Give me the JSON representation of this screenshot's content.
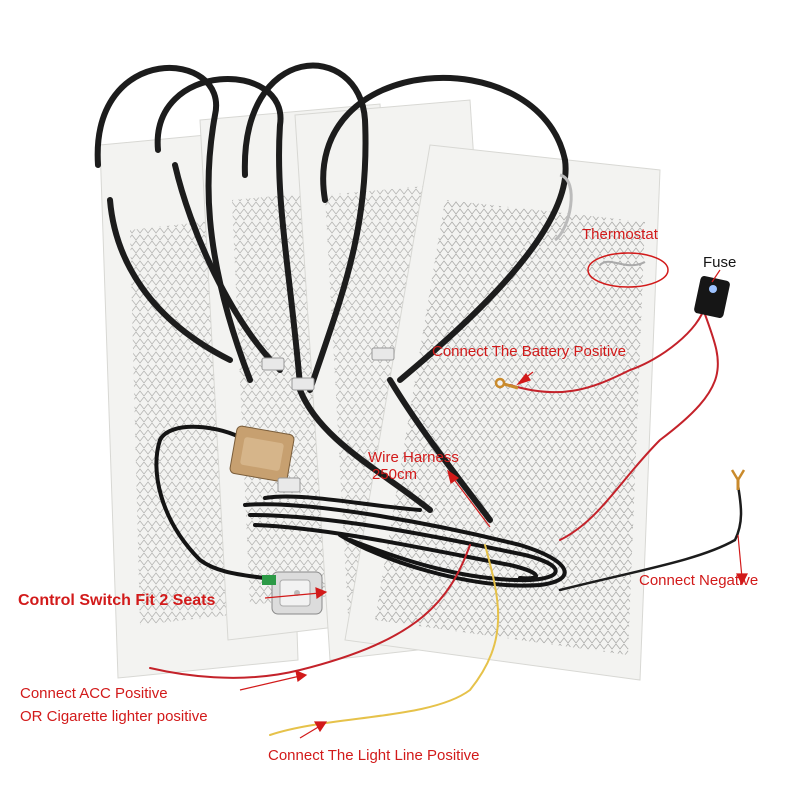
{
  "labels": {
    "thermostat": "Thermostat",
    "fuse": "Fuse",
    "battery_positive": "Connect The Battery Positive",
    "wire_harness": "Wire Harness",
    "wire_length": "250cm",
    "negative": "Connect Negative",
    "control_switch": "Control Switch Fit 2 Seats",
    "acc_positive": "Connect  ACC Positive",
    "cigarette_positive": "OR Cigarette lighter positive",
    "light_line_positive": "Connect The Light Line Positive"
  },
  "colors": {
    "label_red": "#d21a1a",
    "label_dark": "#151515",
    "cable": "#1c1c1c",
    "pad": "#f3f3f1",
    "pad_outline": "#d8d8d4",
    "heating_pattern": "#9a9a98",
    "wire_red": "#c4222a",
    "wire_yellow": "#e6c24a"
  },
  "parts": {
    "heating_pads": [
      "pad-1",
      "pad-2",
      "pad-3",
      "pad-4"
    ],
    "components": [
      "thermostat",
      "fuse-holder",
      "relay",
      "control-switch",
      "ring-terminal",
      "fork-terminal",
      "wire-harness"
    ]
  }
}
